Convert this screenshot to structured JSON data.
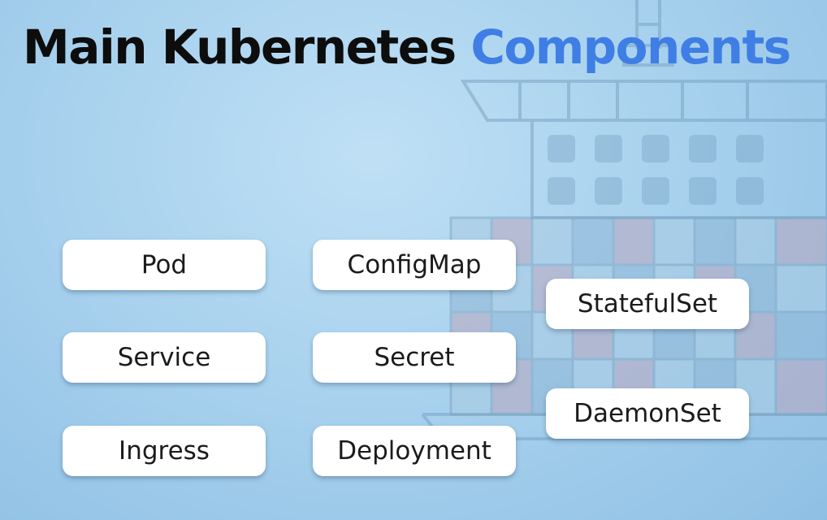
{
  "title": {
    "main": "Main Kubernetes ",
    "accent": "Components"
  },
  "components": [
    {
      "label": "Pod"
    },
    {
      "label": "Service"
    },
    {
      "label": "Ingress"
    },
    {
      "label": "ConfigMap"
    },
    {
      "label": "Secret"
    },
    {
      "label": "Deployment"
    },
    {
      "label": "StatefulSet"
    },
    {
      "label": "DaemonSet"
    }
  ],
  "colors": {
    "title_text": "#0d0d0d",
    "title_accent": "#3f7ee4",
    "chip_background": "#ffffff",
    "background": "#a9d2ee"
  }
}
